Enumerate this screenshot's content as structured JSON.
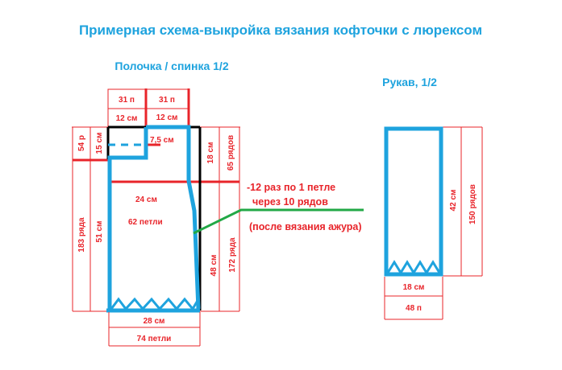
{
  "title": "Примерная схема-выкройка вязания кофточки с люрексом",
  "front_back": {
    "heading": "Полочка / спинка 1/2",
    "top_stitches_left": "31 п",
    "top_stitches_right": "31 п",
    "top_cm_left": "12 см",
    "top_cm_right": "12 см",
    "neck_depth_rows": "54 р",
    "neck_depth_cm": "15 см",
    "neck_width_cm": "7,5 см",
    "armhole_cm": "18 см",
    "armhole_rows": "65 рядов",
    "body_width_cm": "24 см",
    "body_stitches": "62 петли",
    "left_total_rows": "183 ряда",
    "left_total_cm": "51 см",
    "right_side_cm": "48 см",
    "right_side_rows": "172 ряда",
    "bottom_cm": "28 см",
    "bottom_stitches": "74 петли"
  },
  "decrease_note": {
    "line1": "-12 раз по 1 петле",
    "line2": "через 10 рядов",
    "line3": "(после вязания ажура)"
  },
  "sleeve": {
    "heading": "Рукав, 1/2",
    "length_cm": "42 см",
    "length_rows": "150 рядов",
    "width_cm": "18 см",
    "width_stitches": "48 п"
  },
  "colors": {
    "title_blue": "#1ea3de",
    "pattern_blue": "#1ea3de",
    "dimension_red": "#e8242a",
    "outline_black": "#000000",
    "leader_green": "#22a846"
  }
}
